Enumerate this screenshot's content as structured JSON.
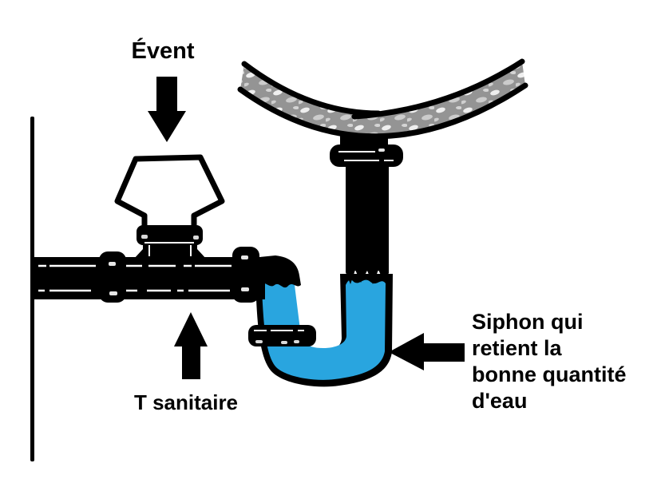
{
  "diagram": {
    "type": "plumbing-siphon-schematic",
    "background_color": "#ffffff",
    "labels": {
      "vent": "Évent",
      "sanitary_tee": "T sanitaire",
      "siphon_full": "Siphon qui retient la bonne quantité d'eau",
      "siphon_lines": [
        "Siphon qui",
        "retient la",
        "bonne quantité",
        "d'eau"
      ]
    },
    "colors": {
      "water_blue": "#29A5DF",
      "basin_gray": "#949494",
      "line_black": "#000000",
      "fitting_white": "#ffffff"
    },
    "icons": {
      "down_arrow": "arrow-down pointing at vent funnel",
      "up_arrow": "arrow-up pointing at sanitary tee",
      "left_arrow": "arrow-left pointing at siphon trap"
    }
  }
}
